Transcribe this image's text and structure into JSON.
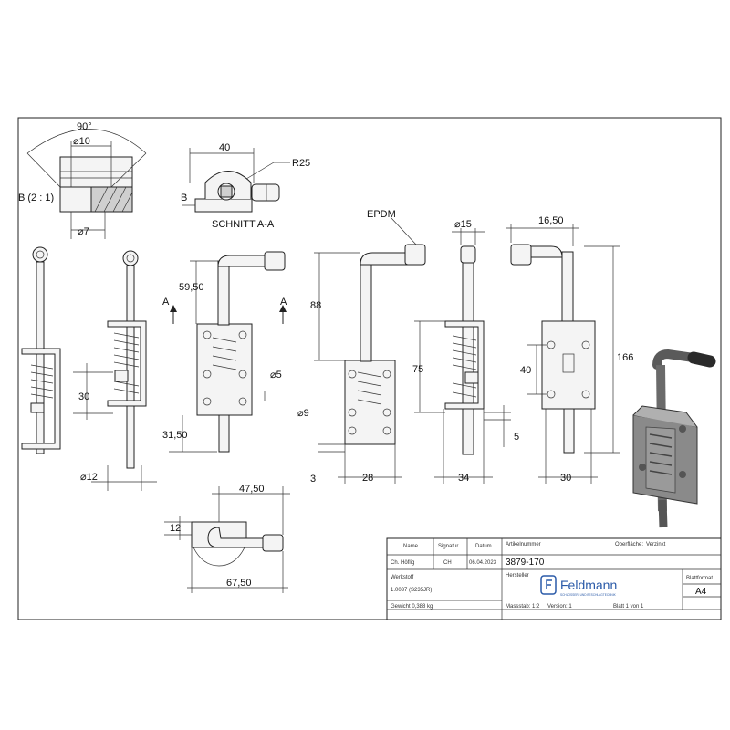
{
  "dims": {
    "angle": "90°",
    "dia10": "⌀10",
    "detail_b": "B (2 : 1)",
    "dia7": "⌀7",
    "d40_top": "40",
    "r25": "R25",
    "b_label": "B",
    "section": "SCHNITT A-A",
    "epdm": "EPDM",
    "dia15": "⌀15",
    "d16_50": "16,50",
    "a_left": "A",
    "a_right": "A",
    "d59_50": "59,50",
    "d88": "88",
    "d166": "166",
    "dia5": "⌀5",
    "d75": "75",
    "d40_side": "40",
    "d30_left": "30",
    "d31_50": "31,50",
    "dia9": "⌀9",
    "d5": "5",
    "dia12": "⌀12",
    "d3": "3",
    "d28": "28",
    "d34": "34",
    "d30_bottom": "30",
    "d47_50": "47,50",
    "d12": "12",
    "d67_50": "67,50"
  },
  "title_block": {
    "name_h": "Name",
    "signatur_h": "Signatur",
    "datum_h": "Datum",
    "name": "Ch. Höflig",
    "signatur": "CH",
    "datum": "06.04.2023",
    "artikel_h": "Artikelnummer",
    "artikel": "3879-170",
    "oberflaeche_h": "Oberfläche:",
    "oberflaeche": "Verzinkt",
    "hersteller_h": "Hersteller",
    "brand": "Feldmann",
    "brand_sub": "SCHLOSSER- UND BESCHLAGTECHNIK",
    "werkstoff_h": "Werkstoff",
    "werkstoff": "1.0037 (S235JR)",
    "gewicht": "Gewicht 0,388 kg",
    "massstab": "Massstab: 1:2",
    "version": "Version: 1",
    "blatt": "Blatt 1 von 1",
    "blattformat_h": "Blattformat",
    "blattformat": "A4"
  },
  "colors": {
    "line": "#222222",
    "brand": "#2a5aa8"
  }
}
